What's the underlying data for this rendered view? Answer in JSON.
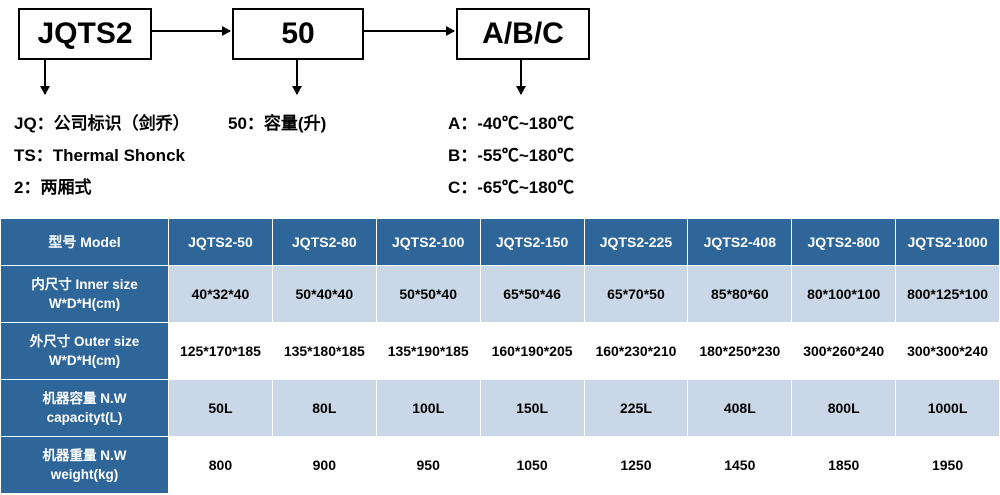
{
  "diagram": {
    "boxes": {
      "prefix": "JQTS2",
      "capacity": "50",
      "temp": "A/B/C"
    },
    "legend_left": [
      "JQ：公司标识（剑乔）",
      "TS：Thermal Shonck",
      "2：两厢式"
    ],
    "legend_mid": [
      "50：容量(升)"
    ],
    "legend_right": [
      "A：-40℃~180℃",
      "B：-55℃~180℃",
      "C：-65℃~180℃"
    ]
  },
  "table": {
    "headers": [
      "型号 Model",
      "JQTS2-50",
      "JQTS2-80",
      "JQTS2-100",
      "JQTS2-150",
      "JQTS2-225",
      "JQTS2-408",
      "JQTS2-800",
      "JQTS2-1000"
    ],
    "rows": [
      {
        "label_line1": "内尺寸 Inner size",
        "label_line2": "W*D*H(cm)",
        "shaded": true,
        "values": [
          "40*32*40",
          "50*40*40",
          "50*50*40",
          "65*50*46",
          "65*70*50",
          "85*80*60",
          "80*100*100",
          "800*125*100"
        ]
      },
      {
        "label_line1": "外尺寸 Outer size",
        "label_line2": "W*D*H(cm)",
        "shaded": false,
        "values": [
          "125*170*185",
          "135*180*185",
          "135*190*185",
          "160*190*205",
          "160*230*210",
          "180*250*230",
          "300*260*240",
          "300*300*240"
        ]
      },
      {
        "label_line1": "机器容量 N.W",
        "label_line2": "capacityt(L)",
        "shaded": true,
        "values": [
          "50L",
          "80L",
          "100L",
          "150L",
          "225L",
          "408L",
          "800L",
          "1000L"
        ]
      },
      {
        "label_line1": "机器重量 N.W",
        "label_line2": "weight(kg)",
        "shaded": false,
        "values": [
          "800",
          "900",
          "950",
          "1050",
          "1250",
          "1450",
          "1850",
          "1950"
        ]
      }
    ]
  }
}
